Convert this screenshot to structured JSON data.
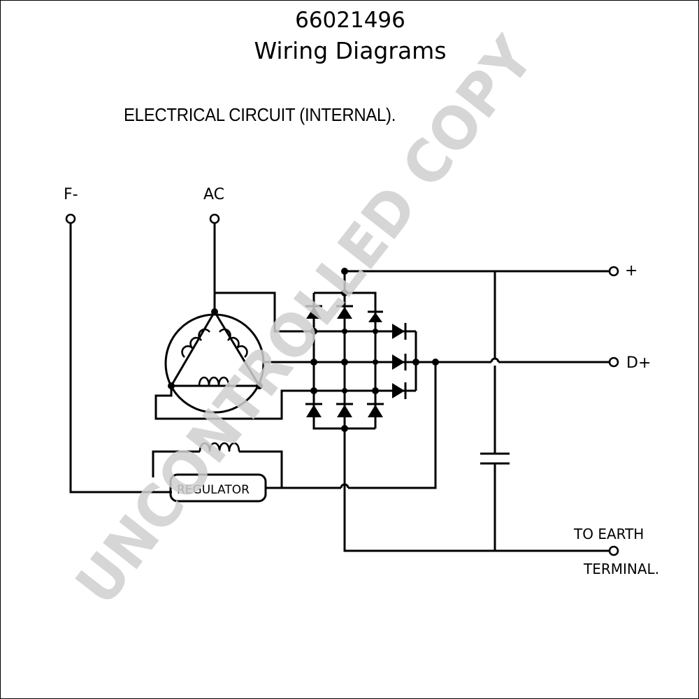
{
  "header": {
    "part_number": "66021496",
    "title": "Wiring Diagrams"
  },
  "diagram": {
    "heading": "ELECTRICAL CIRCUIT (INTERNAL).",
    "terminals": {
      "f_minus": "F-",
      "ac": "AC",
      "plus": "+",
      "d_plus": "D+",
      "earth_line1": "TO EARTH",
      "earth_line2": "TERMINAL."
    },
    "components": {
      "regulator": "REGULATOR"
    }
  },
  "watermark": "UNCONTROLLED COPY"
}
